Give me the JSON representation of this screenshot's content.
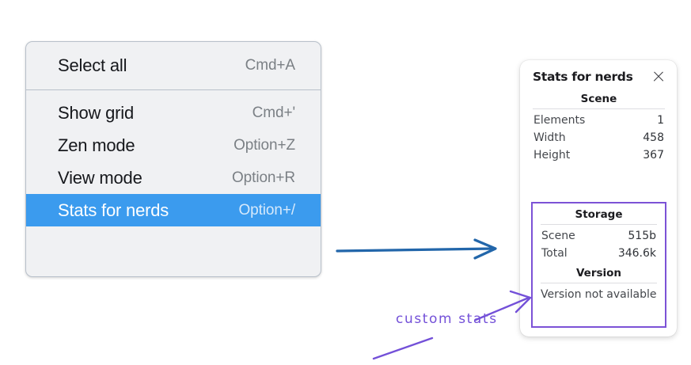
{
  "context_menu": {
    "groups": [
      {
        "items": [
          {
            "label": "Select all",
            "shortcut": "Cmd+A",
            "selected": false
          }
        ]
      },
      {
        "items": [
          {
            "label": "Show grid",
            "shortcut": "Cmd+'",
            "selected": false
          },
          {
            "label": "Zen mode",
            "shortcut": "Option+Z",
            "selected": false
          },
          {
            "label": "View mode",
            "shortcut": "Option+R",
            "selected": false
          },
          {
            "label": "Stats for nerds",
            "shortcut": "Option+/",
            "selected": true
          }
        ]
      }
    ],
    "highlight_color": "#3b9bee"
  },
  "stats_panel": {
    "title": "Stats for nerds",
    "close_icon": "close-icon",
    "scene": {
      "heading": "Scene",
      "rows": [
        {
          "label": "Elements",
          "value": "1"
        },
        {
          "label": "Width",
          "value": "458"
        },
        {
          "label": "Height",
          "value": "367"
        }
      ]
    },
    "storage": {
      "heading": "Storage",
      "rows": [
        {
          "label": "Scene",
          "value": "515b"
        },
        {
          "label": "Total",
          "value": "346.6k"
        }
      ]
    },
    "version": {
      "heading": "Version",
      "text": "Version not available"
    },
    "highlight_border_color": "#7c52d6"
  },
  "annotations": {
    "handwritten_note": "custom stats",
    "note_color": "#7350d8",
    "arrow_color": "#2266aa"
  }
}
